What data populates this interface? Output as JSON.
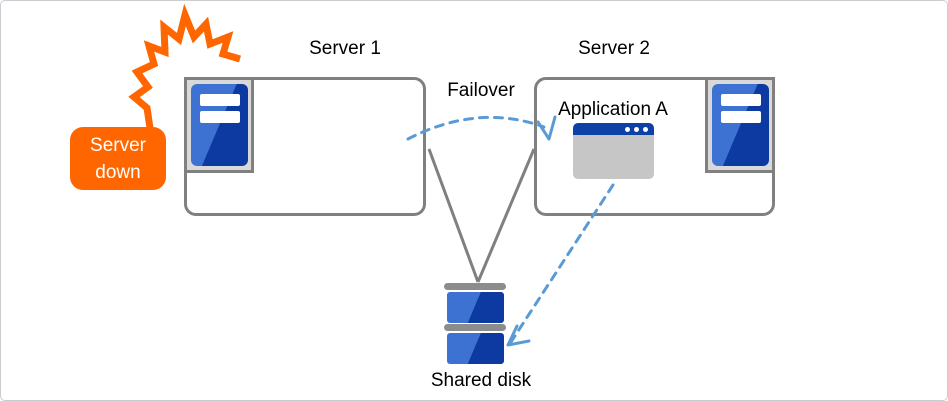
{
  "diagram": {
    "type": "failover-cluster-diagram",
    "labels": {
      "server1": "Server 1",
      "server2": "Server 2",
      "failover": "Failover",
      "application": "Application A",
      "shared_disk": "Shared disk",
      "badge_line1": "Server",
      "badge_line2": "down"
    },
    "icons": [
      {
        "name": "explosion-icon",
        "meaning": "server crash burst"
      },
      {
        "name": "server-tower-icon",
        "meaning": "server hardware unit",
        "count": 2
      },
      {
        "name": "app-window-icon",
        "meaning": "application window with three dots"
      },
      {
        "name": "shared-disk-icon",
        "meaning": "stacked disk volumes"
      }
    ],
    "relations": [
      {
        "from": "Server 1",
        "to": "Server 2",
        "label": "Failover",
        "style": "dashed-arrow"
      },
      {
        "from": "Server 1",
        "to": "Shared disk",
        "style": "solid-line"
      },
      {
        "from": "Server 2",
        "to": "Shared disk",
        "style": "solid-line"
      },
      {
        "from": "Application A",
        "to": "Shared disk",
        "style": "dashed-arrow"
      }
    ],
    "palette": {
      "accent_orange": "#ff6600",
      "server_blue_light": "#3d72d3",
      "server_blue_dark": "#0c3aa0",
      "window_header_blue": "#0d41a6",
      "dashed_arrow_blue": "#5b9bd5",
      "connector_gray": "#808080",
      "chip_gray": "#d9d9d9",
      "window_body_gray": "#c6c6c6"
    }
  }
}
